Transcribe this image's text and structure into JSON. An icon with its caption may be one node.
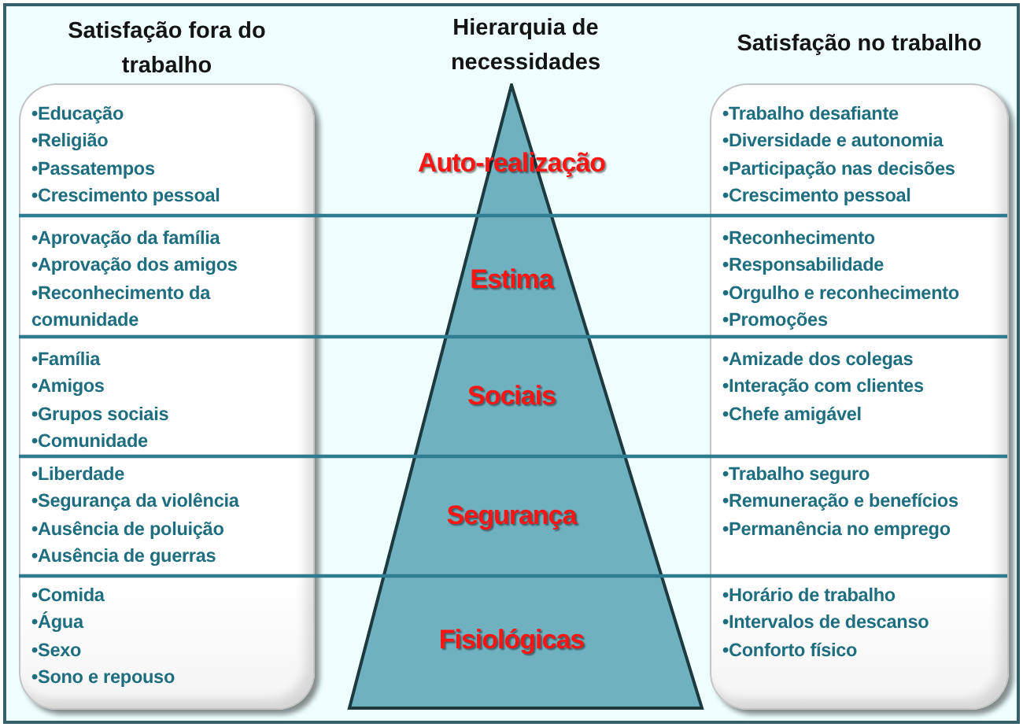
{
  "diagram": {
    "nodes": [
      {
        "text": [
          "Satisfação fora do trabalho"
        ]
      },
      {
        "text": [
          "•Educação",
          "•Religião",
          "•Passatempos",
          "•Crescimento pessoal"
        ],
        "in": 0
      },
      {
        "text": [
          "•Aprovação da família",
          "•Aprovação dos amigos",
          "•Reconhecimento da comunidade"
        ],
        "in": 0
      },
      {
        "text": [
          "•Família",
          "•Amigos",
          "•Grupos sociais",
          "•Comunidade"
        ],
        "in": 0
      },
      {
        "text": [
          "•Liberdade",
          "•Segurança da violência",
          "•Ausência de poluição",
          "•Ausência de guerras"
        ],
        "in": 0
      },
      {
        "text": [
          "•Comida",
          "•Água",
          "•Sexo",
          "•Sono e repouso"
        ],
        "in": 0
      },
      {
        "text": [
          "Hierarquia de necessidades"
        ]
      },
      {
        "text": [
          "Auto-realização"
        ],
        "in": 6
      },
      {
        "text": [
          "Estima"
        ],
        "in": 6
      },
      {
        "text": [
          "Sociais"
        ],
        "in": 6
      },
      {
        "text": [
          "Segurança"
        ],
        "in": 6
      },
      {
        "text": [
          "Fisiológicas"
        ],
        "in": 6
      },
      {
        "text": [
          "Satisfação no trabalho"
        ]
      },
      {
        "text": [
          "•Trabalho desafiante",
          "•Diversidade e autonomia",
          "•Participação nas decisões",
          "•Crescimento pessoal"
        ],
        "in": 12
      },
      {
        "text": [
          "•Reconhecimento",
          "•Responsabilidade",
          "•Orgulho e reconhecimento",
          "•Promoções"
        ],
        "in": 12
      },
      {
        "text": [
          "•Amizade dos colegas",
          "•Interação com clientes",
          "•Chefe amigável"
        ],
        "in": 12
      },
      {
        "text": [
          "•Trabalho seguro",
          "•Remuneração e benefícios",
          "•Permanência no emprego"
        ],
        "in": 12
      },
      {
        "text": [
          "•Horário de trabalho",
          "•Intervalos de descanso",
          "•Conforto físico"
        ],
        "in": 12
      }
    ]
  }
}
